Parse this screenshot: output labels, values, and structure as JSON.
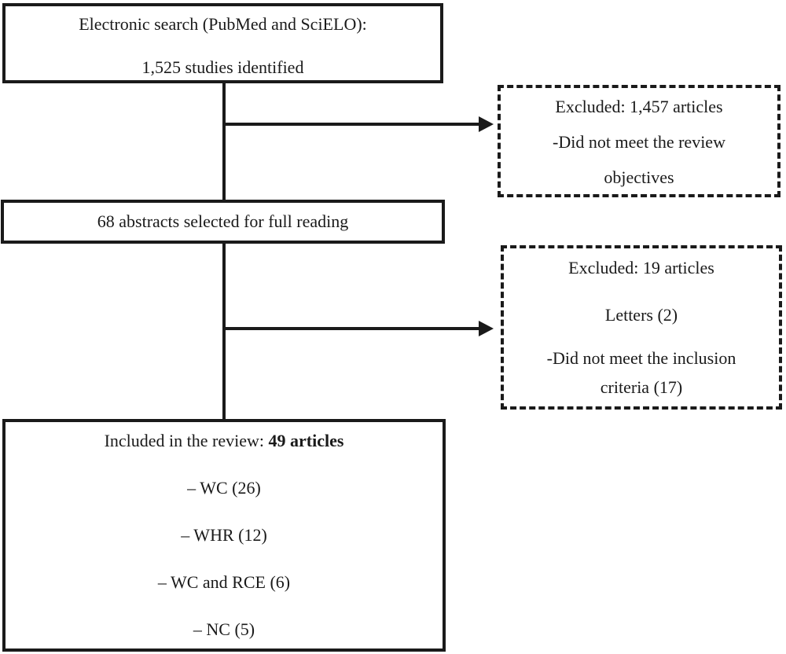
{
  "figure": {
    "type": "flow-diagram",
    "background": "#ffffff",
    "line_color": "#1a1a1a"
  },
  "boxes": {
    "identification": {
      "line1": "Electronic search (PubMed and SciELO):",
      "line2": "1,525 studies identified"
    },
    "excluded_first": {
      "line1": "Excluded: 1,457 articles",
      "line2": "-Did not meet the review",
      "line3": "objectives"
    },
    "screening": {
      "line1": "68 abstracts selected for full reading"
    },
    "excluded_second": {
      "line1": "Excluded: 19 articles",
      "line2": "Letters (2)",
      "line3": "-Did not meet the inclusion criteria (17)"
    },
    "included": {
      "title_prefix": "Included in the review: ",
      "title_bold": "49 articles",
      "items": [
        "– WC (26)",
        "– WHR (12)",
        "– WC and RCE (6)",
        "– NC (5)"
      ]
    }
  }
}
